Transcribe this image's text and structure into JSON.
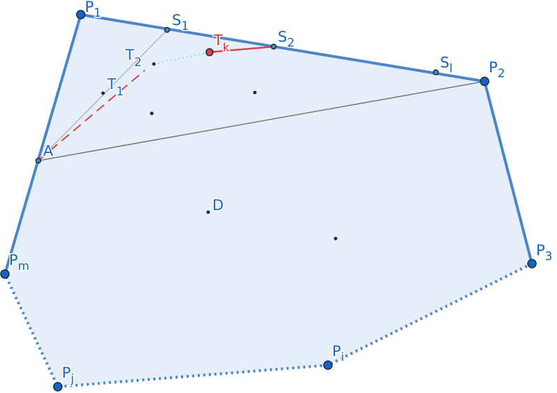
{
  "colors": {
    "polygon_fill": "#e6eff9",
    "edge": "#4a86c8",
    "accent_red": "#d9444c",
    "cyan": "#7fe5f0",
    "gray": "#888888"
  },
  "labels": {
    "P1": {
      "main": "P",
      "sub": "1"
    },
    "P2": {
      "main": "P",
      "sub": "2"
    },
    "P3": {
      "main": "P",
      "sub": "3"
    },
    "Pi": {
      "main": "P",
      "sub": "i"
    },
    "Pj": {
      "main": "P",
      "sub": "j"
    },
    "Pm": {
      "main": "P",
      "sub": "m"
    },
    "S1": {
      "main": "S",
      "sub": "1"
    },
    "S2": {
      "main": "S",
      "sub": "2"
    },
    "Sl": {
      "main": "S",
      "sub": "l"
    },
    "T1": {
      "main": "T",
      "sub": "1"
    },
    "T2": {
      "main": "T",
      "sub": "2"
    },
    "Tk": {
      "main": "T",
      "sub": "k"
    },
    "A": {
      "main": "A"
    },
    "D": {
      "main": "D"
    }
  }
}
